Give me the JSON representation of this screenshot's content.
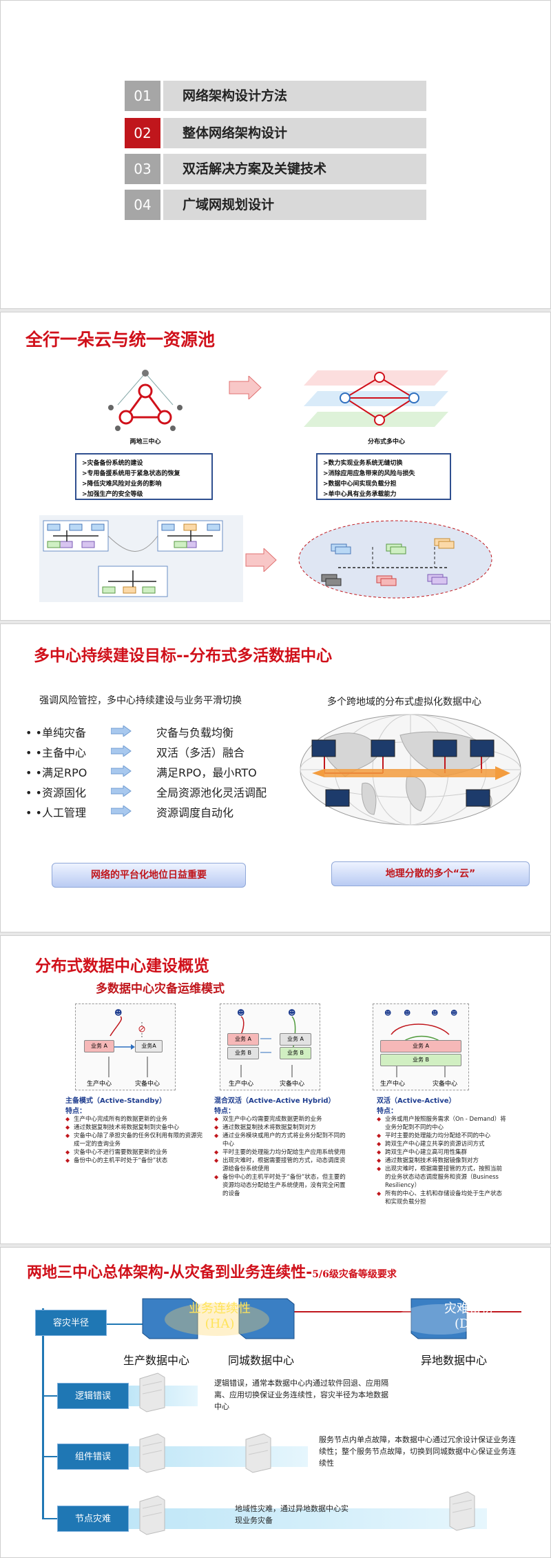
{
  "slide1": {
    "agenda": [
      {
        "num": "01",
        "label": "网络架构设计方法",
        "active": false
      },
      {
        "num": "02",
        "label": "整体网络架构设计",
        "active": true
      },
      {
        "num": "03",
        "label": "双活解决方案及关键技术",
        "active": false
      },
      {
        "num": "04",
        "label": "广域网规划设计",
        "active": false
      }
    ]
  },
  "slide2": {
    "title": "全行一朵云与统一资源池",
    "left_caption": "两地三中心",
    "right_caption": "分布式多中心",
    "left_bullets": [
      "灾备备份系统的建设",
      "专用备援系统用于紧急状态的恢复",
      "降低灾难风险对业务的影响",
      "加强生产的安全等级"
    ],
    "right_bullets": [
      "数力实现业务系统无缝切换",
      "消除应用应急带来的风险与损失",
      "数据中心间实现负载分担",
      "单中心具有业务承载能力"
    ]
  },
  "slide3": {
    "title": "多中心持续建设目标--分布式多活数据中心",
    "left_header": "强调风险管控，多中心持续建设与业务平滑切换",
    "right_header": "多个跨地域的分布式虚拟化数据中心",
    "items": [
      {
        "from": "•单纯灾备",
        "to": "灾备与负载均衡"
      },
      {
        "from": "•主备中心",
        "to": "双活（多活）融合"
      },
      {
        "from": "•满足RPO",
        "to": "满足RPO，最小RTO"
      },
      {
        "from": "•资源固化",
        "to": "全局资源池化灵活调配"
      },
      {
        "from": "•人工管理",
        "to": "资源调度自动化"
      }
    ],
    "left_pill": "网络的平台化地位日益重要",
    "right_pill": "地理分散的多个“云”"
  },
  "slide4": {
    "title": "分布式数据中心建设概览",
    "subtitle": "多数据中心灾备运维模式",
    "prod_label": "生产中心",
    "backup_label": "灾备中心",
    "biz_a": "业务 A",
    "biz_b": "业务 B",
    "biz_a_compact": "业务A",
    "features_label": "特点：",
    "modes": [
      {
        "name": "主备模式（Active-Standby）",
        "points": [
          "生产中心完成所有的数据更新的业务",
          "通过数据复制技术将数据复制到灾备中心",
          "灾备中心除了承担灾备的任务仅利用有限的资源完成一定的查询业务",
          "灾备中心不进行需要数据更新的业务",
          "备份中心的主机平时处于“备份”状态"
        ]
      },
      {
        "name": "混合双活（Active-Active Hybrid）",
        "points": [
          "双生产中心均需要完成数据更新的业务",
          "通过数据复制技术将数据复制到对方",
          "通过业务模块或用户的方式将业务分配到不同的中心",
          "平时主要的处理能力均分配给生产应用系统使用",
          "出现灾难时，根据需要接管的方式，动态调度资源给备份系统使用",
          "备份中心的主机平时处于“备份”状态，但主要的资源均动态分配给生产系统使用，没有完全闲置的设备"
        ]
      },
      {
        "name": "双活（Active-Active）",
        "points": [
          "业务或用户按照服务需求（On - Demand）将业务分配到不同的中心",
          "平时主要的处理能力均分配给不同的中心",
          "跨双生产中心建立共享的资源访问方式",
          "跨双生产中心建立高可用性集群",
          "通过数据复制技术将数据镜像到对方",
          "出现灾难时，根据需要接管的方式，按照当前的业务状态动态调度服务和资源（Business Resiliency）",
          "所有的中心、主机和存储设备均处于生产状态和实现负载分担"
        ]
      }
    ]
  },
  "slide5": {
    "title_main": "两地三中心总体架构-从灾备到业务连续性-",
    "title_sub": "5/6级灾备等级要求",
    "radius_btn": "容灾半径",
    "ha_top": "业务连续性",
    "ha_bottom": "(HA)",
    "dr_top": "灾难备份",
    "dr_bottom": "(DR)",
    "dc_prod": "生产数据中心",
    "dc_same": "同城数据中心",
    "dc_remote": "异地数据中心",
    "rows": [
      {
        "btn": "逻辑错误",
        "text": "逻辑错误，通常本数据中心内通过软件回退、应用隔离、应用切换保证业务连续性，容灾半径为本地数据中心"
      },
      {
        "btn": "组件错误",
        "text": "服务节点内单点故障，本数据中心通过冗余设计保证业务连续性；整个服务节点故障，切换到同城数据中心保证业务连续性"
      },
      {
        "btn": "节点灾难",
        "text": "地域性灾难，通过异地数据中心实现业务灾备"
      }
    ],
    "colors": {
      "accent": "#1f77b4",
      "red": "#d0101a"
    }
  }
}
